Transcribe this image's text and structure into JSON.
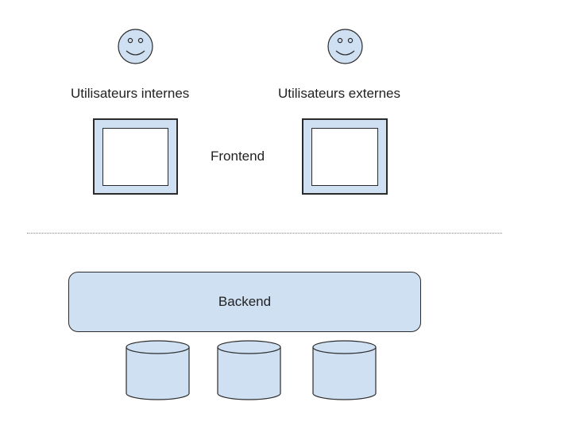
{
  "actors": {
    "internal_label": "Utilisateurs internes",
    "external_label": "Utilisateurs externes"
  },
  "frontend": {
    "label": "Frontend"
  },
  "backend": {
    "label": "Backend"
  },
  "databases": {
    "count": 3
  },
  "colors": {
    "fill": "#cfe0f3",
    "stroke": "#2b2b2b",
    "divider": "#8a8a8a"
  }
}
